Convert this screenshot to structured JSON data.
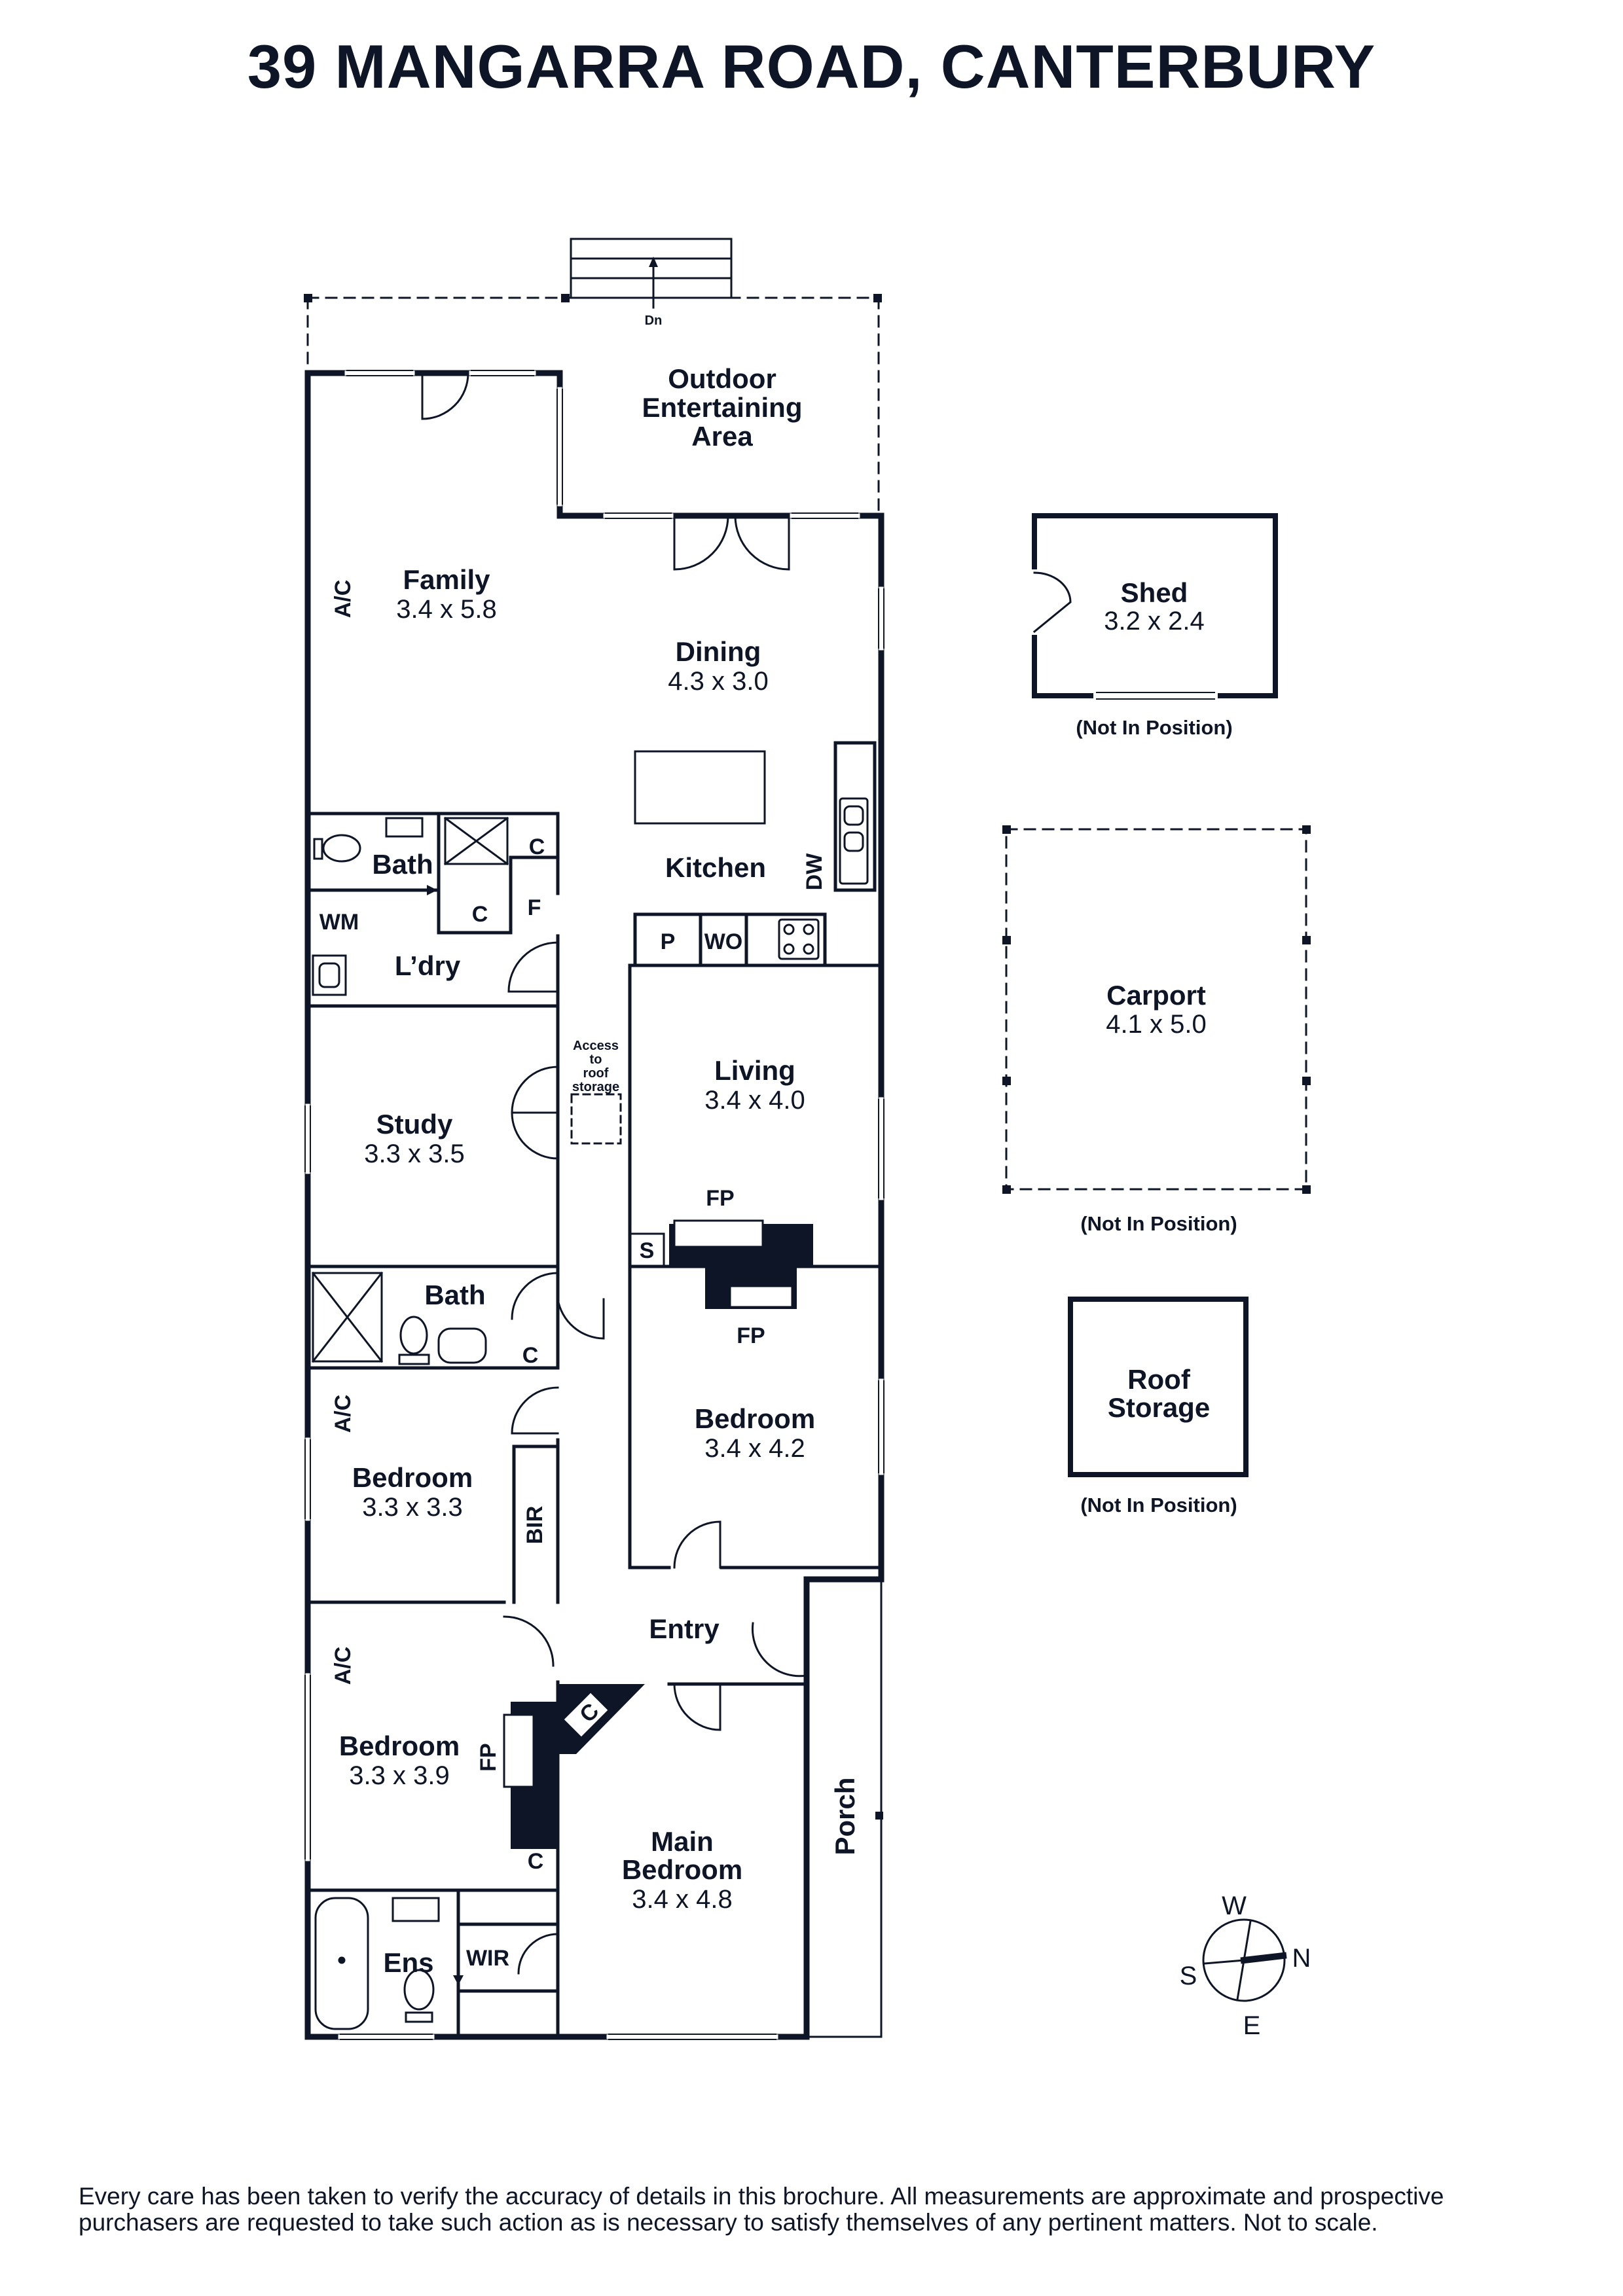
{
  "title": "39 MANGARRA ROAD, CANTERBURY",
  "rooms": {
    "outdoor": [
      "Outdoor",
      "Entertaining",
      "Area"
    ],
    "stairs_down": "Dn",
    "family": {
      "name": "Family",
      "dim": "3.4 x 5.8"
    },
    "dining": {
      "name": "Dining",
      "dim": "4.3 x 3.0"
    },
    "kitchen": "Kitchen",
    "bath_upper": "Bath",
    "laundry": "L’dry",
    "study": {
      "name": "Study",
      "dim": "3.3 x 3.5"
    },
    "living": {
      "name": "Living",
      "dim": "3.4 x 4.0"
    },
    "bath_mid": "Bath",
    "bedroom_mid_left": {
      "name": "Bedroom",
      "dim": "3.3 x 3.3"
    },
    "bedroom_mid_right": {
      "name": "Bedroom",
      "dim": "3.4 x 4.2"
    },
    "entry": "Entry",
    "bedroom_lower": {
      "name": "Bedroom",
      "dim": "3.3 x 3.9"
    },
    "main_bedroom": {
      "name1": "Main",
      "name2": "Bedroom",
      "dim": "3.4 x 4.8"
    },
    "porch": "Porch",
    "ensuite": "Ens",
    "wir": "WIR"
  },
  "fixtures": {
    "ac": "A/C",
    "cupboard": "C",
    "fridge": "F",
    "wm": "WM",
    "pantry": "P",
    "wall_oven": "WO",
    "dishwasher": "DW",
    "fireplace": "FP",
    "storage": "S",
    "bir": "BIR",
    "roof_access": [
      "Access",
      "to",
      "roof",
      "storage"
    ]
  },
  "outbuildings": {
    "shed": {
      "name": "Shed",
      "dim": "3.2 x 2.4",
      "note": "(Not In Position)"
    },
    "carport": {
      "name": "Carport",
      "dim": "4.1 x 5.0",
      "note": "(Not In Position)"
    },
    "roof_storage": {
      "name1": "Roof",
      "name2": "Storage",
      "note": "(Not In Position)"
    }
  },
  "compass": {
    "w": "W",
    "n": "N",
    "e": "E",
    "s": "S"
  },
  "disclaimer": "Every care has been taken to verify the accuracy of details in this brochure. All measurements are approximate and prospective purchasers are requested to take such action as is necessary to satisfy themselves of any pertinent matters. Not to scale.",
  "colors": {
    "ink": "#0d1526",
    "background": "#ffffff"
  }
}
